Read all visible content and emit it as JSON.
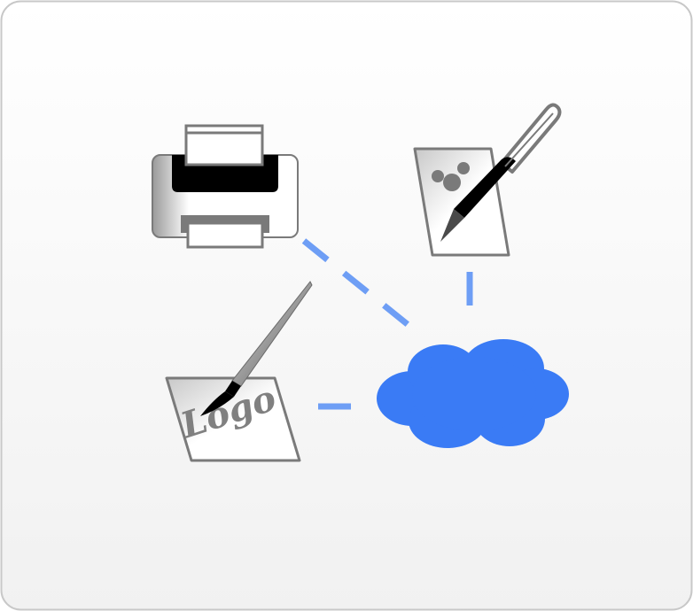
{
  "diagram": {
    "colors": {
      "cloud": "#3a7bf5",
      "connector": "#6e9ef5",
      "outline": "#7a7a7a",
      "ink": "#000000",
      "stamp": "#7a7a7a",
      "panel_border": "#c8c8c8"
    },
    "nodes": [
      {
        "id": "printer",
        "icon": "printer-icon"
      },
      {
        "id": "design",
        "icon": "pen-design-icon"
      },
      {
        "id": "logo",
        "icon": "logo-design-icon",
        "text": "Logo"
      },
      {
        "id": "cloud",
        "icon": "cloud-icon"
      }
    ],
    "connections": [
      {
        "from": "printer",
        "to": "cloud"
      },
      {
        "from": "design",
        "to": "cloud"
      },
      {
        "from": "logo",
        "to": "cloud"
      }
    ]
  }
}
